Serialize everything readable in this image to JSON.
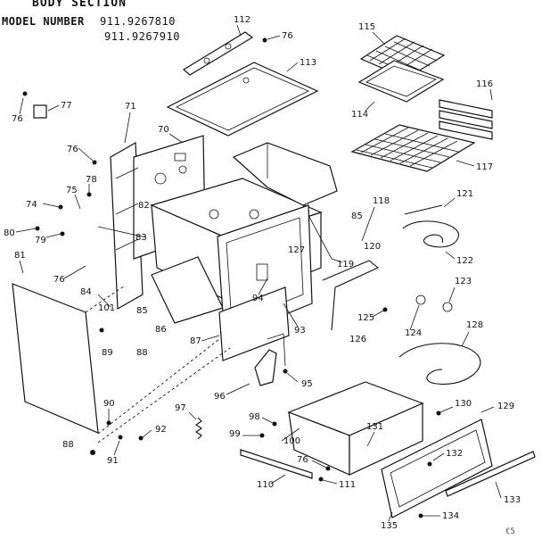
{
  "header": {
    "title": "BODY SECTION",
    "model_label": "MODEL NUMBER",
    "model_numbers": [
      "911.9267810",
      "911.9267910"
    ]
  },
  "page_mark": "€5",
  "part_labels": [
    "112",
    "76",
    "113",
    "115",
    "116",
    "76",
    "77",
    "71",
    "70",
    "114",
    "117",
    "76",
    "78",
    "82",
    "75",
    "74",
    "85",
    "118",
    "121",
    "80",
    "83",
    "127",
    "120",
    "79",
    "119",
    "122",
    "81",
    "76",
    "123",
    "84",
    "94",
    "125",
    "101",
    "85",
    "86",
    "93",
    "124",
    "126",
    "128",
    "89",
    "88",
    "87",
    "95",
    "96",
    "130",
    "129",
    "97",
    "90",
    "98",
    "131",
    "92",
    "99",
    "100",
    "88",
    "91",
    "132",
    "76",
    "110",
    "111",
    "133",
    "135",
    "134"
  ]
}
